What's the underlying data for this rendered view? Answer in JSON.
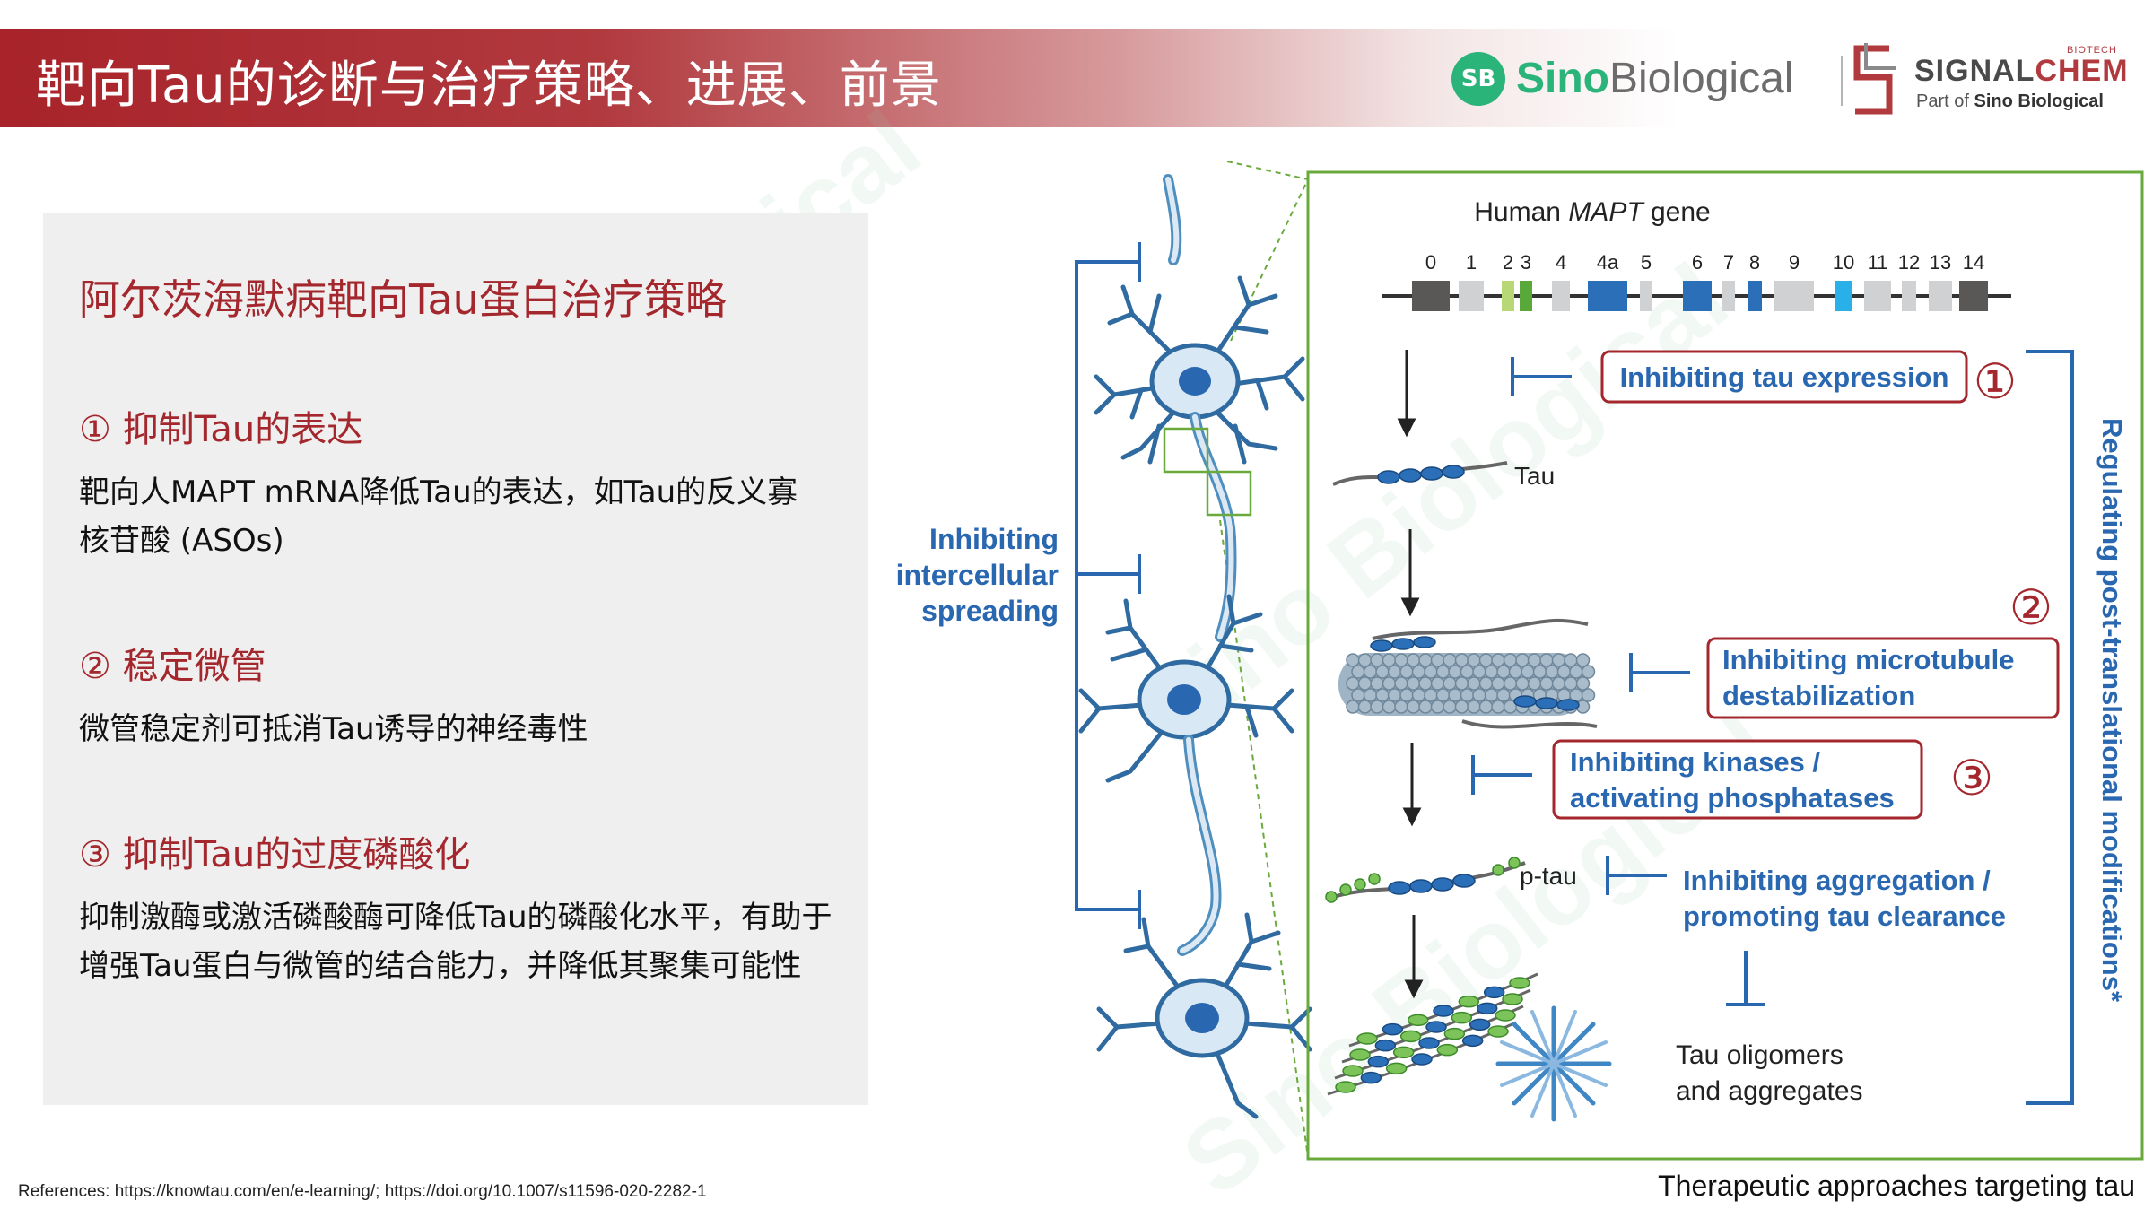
{
  "header": {
    "title": "靶向Tau的诊断与治疗策略、进展、前景",
    "logo_sino_badge": "SB",
    "logo_sino_part1": "Sino",
    "logo_sino_part2": "Biological",
    "logo_signal_part1": "SIGNAL",
    "logo_signal_part2": "CHEM",
    "logo_signal_tag": "BIOTECH",
    "logo_signal_sub_prefix": "Part of ",
    "logo_signal_sub_brand": "Sino Biological"
  },
  "watermark_text": "Sino Biological",
  "left_panel": {
    "title": "阿尔茨海默病靶向Tau蛋白治疗策略",
    "strategies": [
      {
        "title": "① 抑制Tau的表达",
        "body": "靶向人MAPT mRNA降低Tau的表达，如Tau的反义寡核苷酸 (ASOs)"
      },
      {
        "title": "② 稳定微管",
        "body": "微管稳定剂可抵消Tau诱导的神经毒性"
      },
      {
        "title": "③ 抑制Tau的过度磷酸化",
        "body": "抑制激酶或激活磷酸酶可降低Tau的磷酸化水平，有助于增强Tau蛋白与微管的结合能力，并降低其聚集可能性"
      }
    ]
  },
  "references": "References: https://knowtau.com/en/e-learning/; https://doi.org/10.1007/s11596-020-2282-1",
  "caption": "Therapeutic approaches targeting tau",
  "diagram": {
    "gene_title_prefix": "Human ",
    "gene_title_italic": "MAPT",
    "gene_title_suffix": " gene",
    "exon_labels": [
      "0",
      "1",
      "2",
      "3",
      "4",
      "4a",
      "5",
      "6",
      "7",
      "8",
      "9",
      "10",
      "11",
      "12",
      "13",
      "14"
    ],
    "neuron_label_line1": "Inhibiting",
    "neuron_label_line2": "intercellular",
    "neuron_label_line3": "spreading",
    "label_tau": "Tau",
    "label_ptau": "p-tau",
    "label_oligomers_line1": "Tau oligomers",
    "label_oligomers_line2": "and aggregates",
    "box1": "Inhibiting tau expression",
    "box2_line1": "Inhibiting microtubule",
    "box2_line2": "destabilization",
    "box3_line1": "Inhibiting kinases /",
    "box3_line2": "activating phosphatases",
    "label_agg_line1": "Inhibiting aggregation /",
    "label_agg_line2": "promoting tau clearance",
    "num1": "①",
    "num2": "②",
    "num3": "③",
    "vertical_label": "Regulating post-translational modifications*"
  },
  "colors": {
    "header_red": "#a8232a",
    "title_red": "#a3272d",
    "brand_green": "#2bb47a",
    "diagram_blue": "#2a67b1",
    "frame_green": "#6aaa3c"
  }
}
